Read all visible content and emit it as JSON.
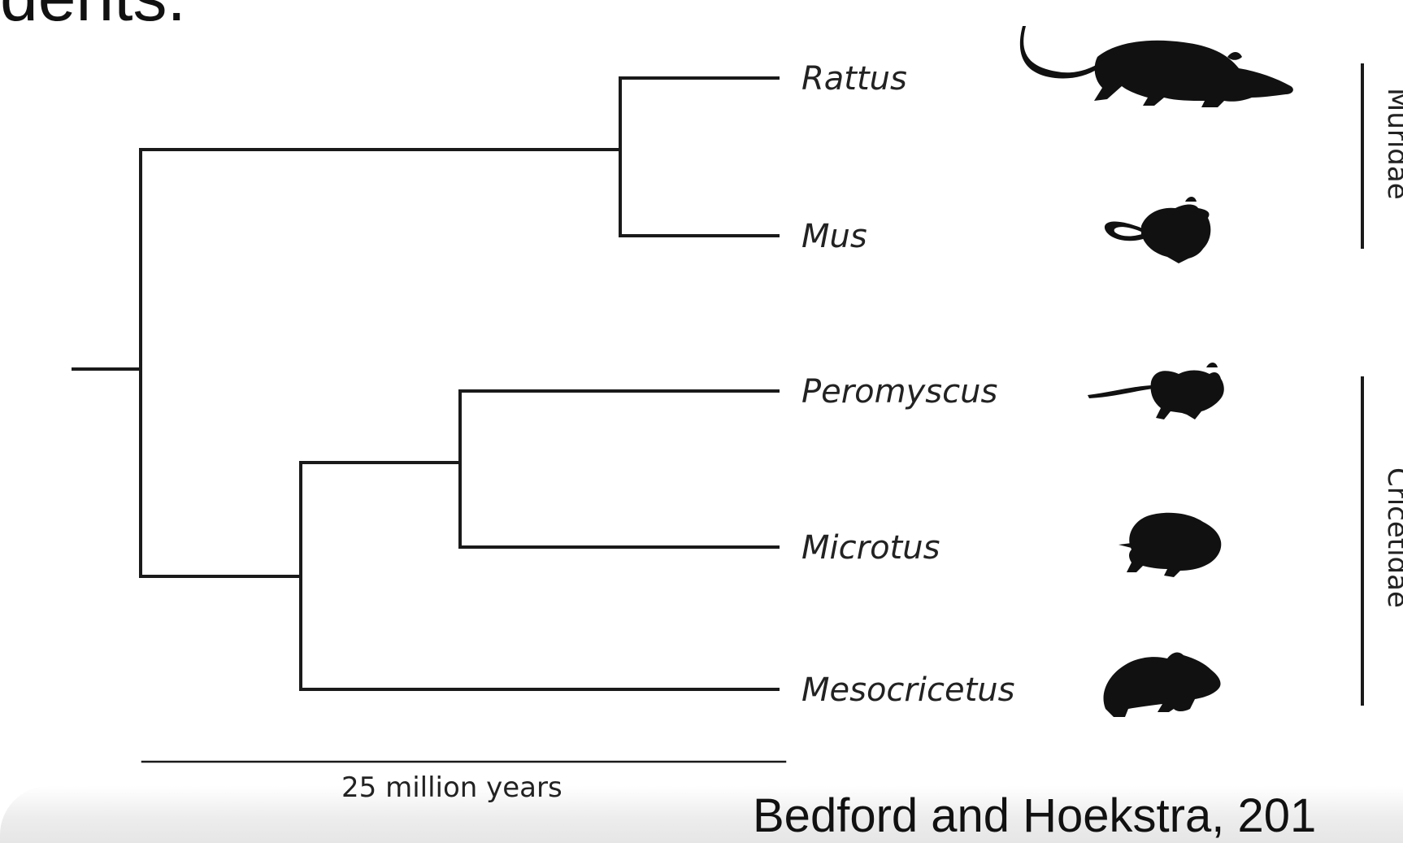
{
  "slide": {
    "title_fragment": "dents.",
    "citation": "Bedford and Hoekstra, 201"
  },
  "tree": {
    "taxa": [
      {
        "name": "Rattus",
        "icon": "rat-silhouette-icon"
      },
      {
        "name": "Mus",
        "icon": "mouse-silhouette-icon"
      },
      {
        "name": "Peromyscus",
        "icon": "deer-mouse-silhouette-icon"
      },
      {
        "name": "Microtus",
        "icon": "vole-silhouette-icon"
      },
      {
        "name": "Mesocricetus",
        "icon": "hamster-silhouette-icon"
      }
    ],
    "scale_bar_label": "25 million years",
    "clade_bracket_labels": [
      "Muridae",
      "Cricetidae"
    ]
  },
  "colors": {
    "lines": "#1a1a1a",
    "silhouette": "#111111",
    "text": "#222222"
  }
}
